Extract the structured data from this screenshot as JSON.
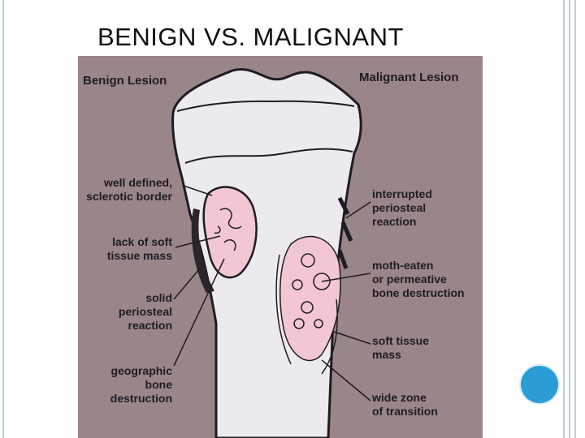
{
  "slide": {
    "title": "BENIGN VS. MALIGNANT"
  },
  "figure": {
    "benign_header": "Benign Lesion",
    "malignant_header": "Malignant Lesion",
    "benign_labels": [
      "well defined,\nsclerotic border",
      "lack of soft\ntissue mass",
      "solid\nperiosteal\nreaction",
      "geographic\nbone\ndestruction"
    ],
    "malignant_labels": [
      "interrupted\nperiosteal\nreaction",
      "moth-eaten\nor permeative\nbone destruction",
      "soft tissue\nmass",
      "wide zone\nof transition"
    ]
  },
  "colors": {
    "figure_background": "#9a8589",
    "bone": "#eceaee",
    "lesion": "#f2c6d3",
    "outline": "#1e1c22",
    "accent_dot": "#2b9cd6",
    "frame": "#b9d3e0"
  }
}
